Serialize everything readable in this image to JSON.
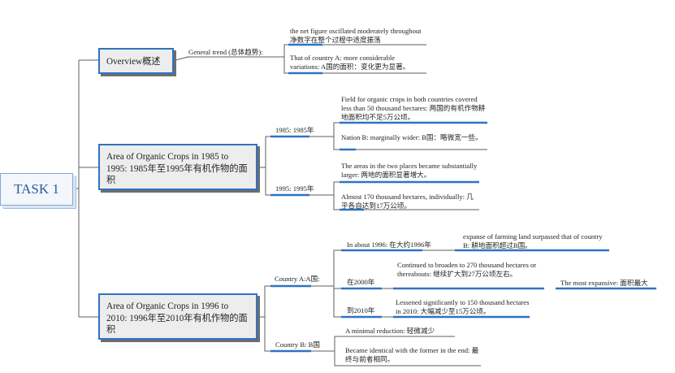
{
  "root": {
    "label": "TASK 1"
  },
  "branches": [
    {
      "label": "Overview概述",
      "children": [
        {
          "label": "General trend (总体趋势):",
          "children": [
            {
              "text": "the net figure oscillated moderately throughout净数字在整个过程中适度振荡"
            },
            {
              "text": "That of country A: more considerable variations: A国的面积：变化更为显著。"
            }
          ]
        }
      ]
    },
    {
      "label": "Area of Organic Crops in 1985 to 1995: 1985年至1995年有机作物的面积",
      "children": [
        {
          "label": "1985: 1985年",
          "children": [
            {
              "text": "Field for organic crops in both countries covered less than 50 thousand hectares: 两国的有机作物耕地面积均不足5万公顷。"
            },
            {
              "text": "Nation B: marginally wider: B国：略微宽一些。"
            }
          ]
        },
        {
          "label": "1995: 1995年",
          "children": [
            {
              "text": "The areas in the two places became substantially larger: 两地的面积显著增大。"
            },
            {
              "text": "Almost 170 thousand hectares, individually: 几乎各自达到17万公顷。"
            }
          ]
        }
      ]
    },
    {
      "label": "Area of Organic Crops in 1996 to 2010: 1996年至2010年有机作物的面积",
      "children": [
        {
          "label": "Country A:A国:",
          "children": [
            {
              "label": "In about 1996: 在大约1996年",
              "children": [
                {
                  "text": "expanse of farming land surpassed that of country B: 耕地面积超过B国。"
                }
              ]
            },
            {
              "label": "在2000年",
              "children": [
                {
                  "text": "Continued to broaden to 270 thousand hectares or thereabouts: 继续扩大到27万公顷左右。",
                  "children": [
                    {
                      "text": "The most expansive: 面积最大"
                    }
                  ]
                }
              ]
            },
            {
              "label": "到2010年",
              "children": [
                {
                  "text": "Lessened significantly to 150 thousand hectares in 2010: 大幅减少至15万公顷。"
                }
              ]
            }
          ]
        },
        {
          "label": "Country B: B国",
          "children": [
            {
              "text": "A minimal reduction: 轻微减少"
            },
            {
              "text": "Became identical with the former in the end: 最终与前者相同。"
            }
          ]
        }
      ]
    }
  ],
  "colors": {
    "accent": "#2f73c4",
    "root_text": "#2a5b9c",
    "connector": "#5f5f5f"
  }
}
